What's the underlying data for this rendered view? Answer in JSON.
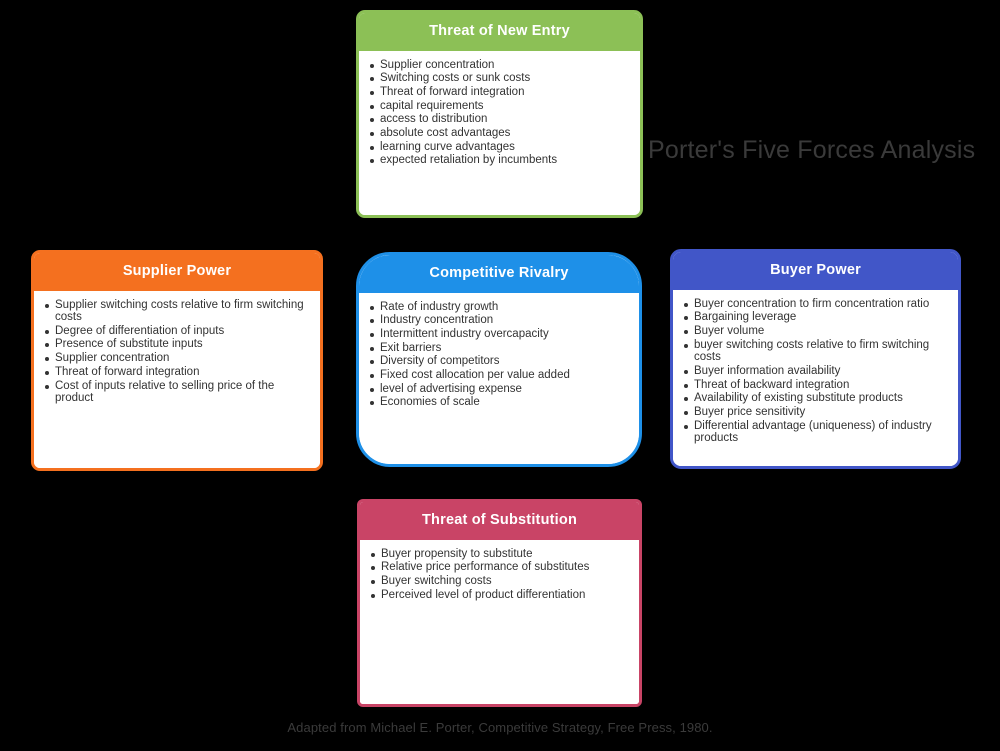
{
  "title": "Porter's Five Forces Analysis",
  "footer": "Adapted from Michael E. Porter, Competitive Strategy, Free Press, 1980.",
  "colors": {
    "background": "#000000",
    "new_entry": "#8cc056",
    "supplier_power": "#f4701f",
    "competitive_rivalry": "#1e90e8",
    "buyer_power": "#4156c8",
    "threat_of_substitution": "#c94466",
    "title_text": "#3a3a3a",
    "body_text": "#333333",
    "card_background": "#ffffff"
  },
  "forces": {
    "new_entry": {
      "title": "Threat of New Entry",
      "factors": [
        "Supplier concentration",
        "Switching costs or sunk costs",
        "Threat of forward integration",
        "capital requirements",
        "access to distribution",
        "absolute cost advantages",
        "learning curve advantages",
        "expected retaliation by incumbents"
      ]
    },
    "supplier_power": {
      "title": "Supplier Power",
      "factors": [
        "Supplier switching costs relative to firm switching costs",
        "Degree of differentiation of inputs",
        "Presence of substitute inputs",
        "Supplier concentration",
        "Threat of forward integration",
        "Cost of inputs relative to selling price of the product"
      ]
    },
    "competitive_rivalry": {
      "title": "Competitive Rivalry",
      "factors": [
        "Rate of industry growth",
        "Industry concentration",
        "Intermittent industry overcapacity",
        "Exit barriers",
        "Diversity of competitors",
        "Fixed cost allocation per value added",
        "level of advertising expense",
        "Economies of scale"
      ]
    },
    "buyer_power": {
      "title": "Buyer Power",
      "factors": [
        "Buyer concentration to firm concentration ratio",
        "Bargaining leverage",
        "Buyer volume",
        "buyer switching costs relative to firm switching costs",
        "Buyer information availability",
        "Threat of backward integration",
        "Availability of existing substitute products",
        "Buyer price sensitivity",
        "Differential advantage (uniqueness) of industry products"
      ]
    },
    "threat_of_substitution": {
      "title": "Threat of Substitution",
      "factors": [
        "Buyer propensity to substitute",
        "Relative price performance of substitutes",
        "Buyer switching costs",
        "Perceived level of product differentiation"
      ]
    }
  }
}
